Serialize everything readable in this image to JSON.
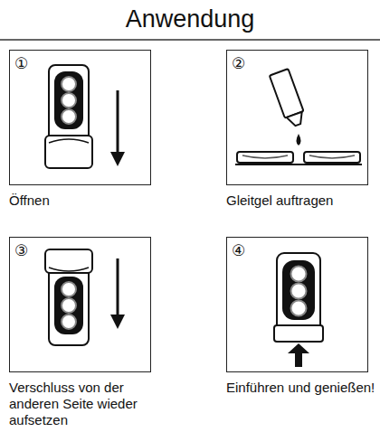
{
  "diagram": {
    "title": "Anwendung",
    "nodes": [
      {
        "text": [
          "①",
          "Öffnen"
        ]
      },
      {
        "text": [
          "②",
          "Gleitgel auftragen"
        ]
      },
      {
        "text": [
          "③",
          "Verschluss von der anderen Seite wieder aufsetzen"
        ]
      },
      {
        "text": [
          "④",
          "Einführen und genießen!"
        ]
      }
    ]
  }
}
